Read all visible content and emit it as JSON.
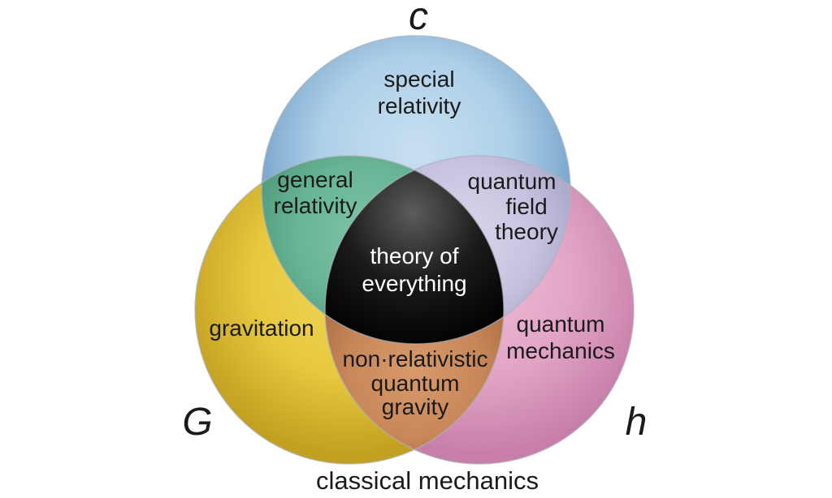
{
  "venn": {
    "background": "#ffffff",
    "label_color": "#1a1a1a",
    "outline_color": "#a9b4bc",
    "outside_label": "classical mechanics",
    "constants": {
      "c": "c",
      "G": "G",
      "h": "h"
    },
    "circles": {
      "special_relativity": {
        "label_lines": [
          "special",
          "relativity"
        ],
        "colors": {
          "inner": "#c8dff1",
          "mid": "#aed0e8",
          "edge": "#6d9cc5"
        }
      },
      "gravitation": {
        "label_lines": [
          "gravitation"
        ],
        "colors": {
          "inner": "#f0d65a",
          "mid": "#e7c83e",
          "edge": "#c3a021"
        }
      },
      "quantum_mechanics": {
        "label_lines": [
          "quantum",
          "mechanics"
        ],
        "colors": {
          "inner": "#eebcd6",
          "mid": "#e2a4c5",
          "edge": "#c77fa9"
        }
      }
    },
    "intersections": {
      "general_relativity": {
        "label_lines": [
          "general",
          "relativity"
        ],
        "colors": {
          "inner": "#7ec5a6",
          "mid": "#68b495",
          "edge": "#4e9779"
        }
      },
      "quantum_field_theory": {
        "label_lines": [
          "quantum",
          "field",
          "theory"
        ],
        "colors": {
          "inner": "#d8d5ec",
          "mid": "#c8c4e0",
          "edge": "#a5a2c6"
        }
      },
      "non_relativistic_quantum_gravity": {
        "label_lines": [
          "non·relativistic",
          "quantum",
          "gravity"
        ],
        "colors": {
          "inner": "#d79a6b",
          "mid": "#c8875a",
          "edge": "#a6683e"
        }
      },
      "theory_of_everything": {
        "label_lines": [
          "theory of",
          "everything"
        ],
        "colors": {
          "inner": "#5c5c5c",
          "mid": "#1a1a1a",
          "edge": "#000000"
        },
        "text_color": "#ffffff"
      }
    }
  }
}
